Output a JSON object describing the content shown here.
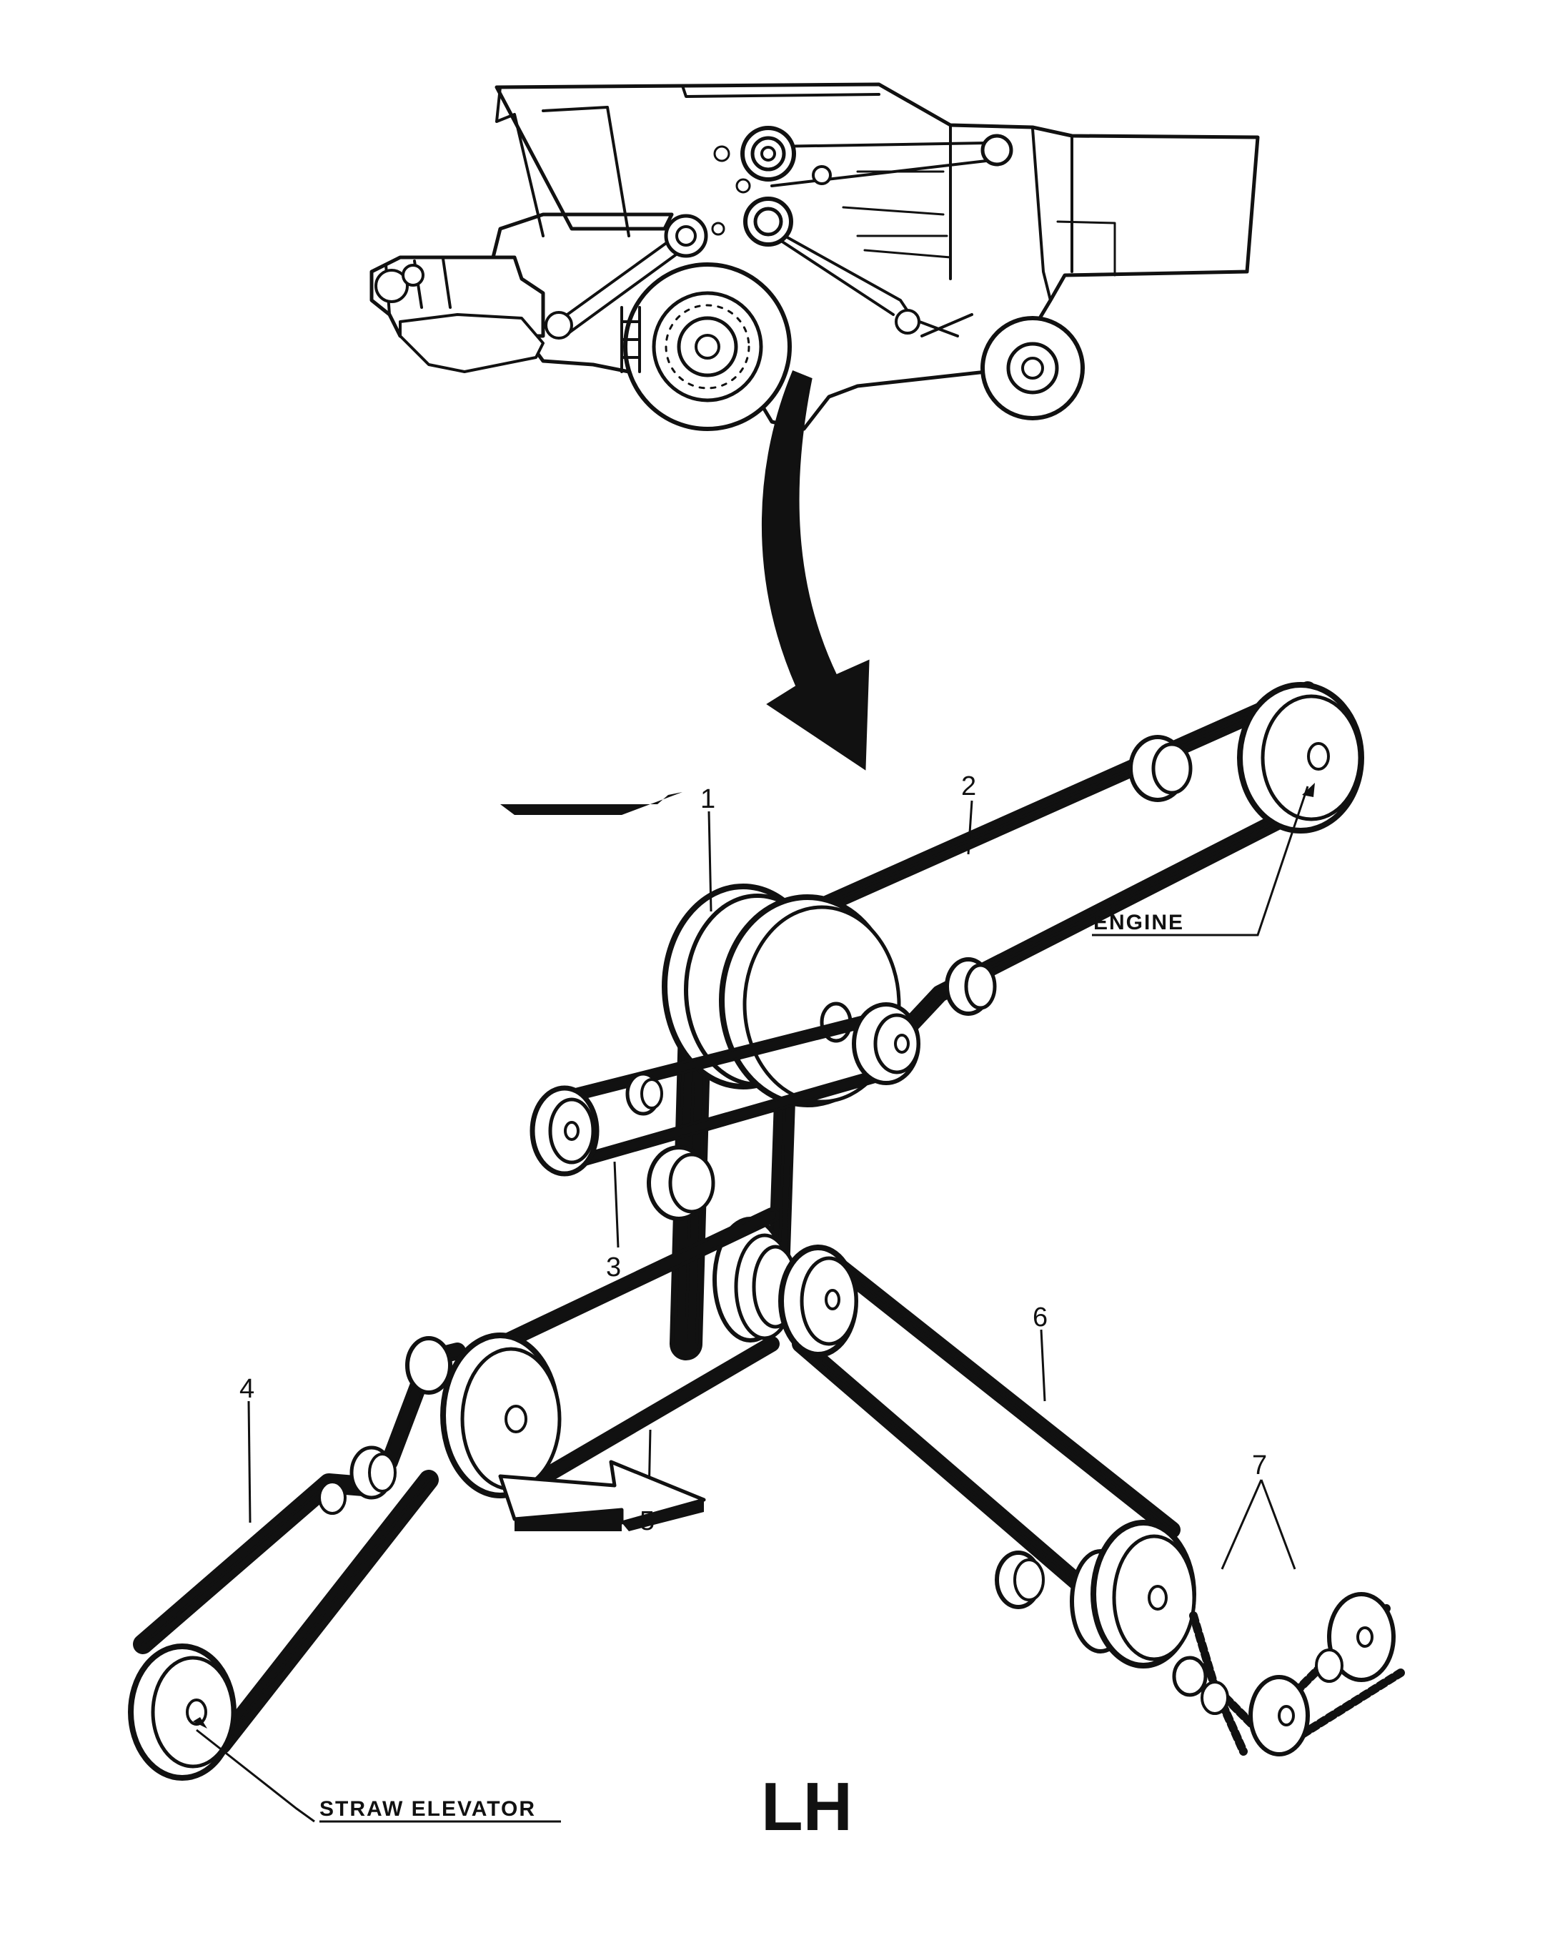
{
  "callouts": [
    "1",
    "2",
    "3",
    "4",
    "5",
    "6",
    "7"
  ],
  "labels": {
    "engine": "ENGINE",
    "straw_elevator": "STRAW ELEVATOR",
    "side": "LH"
  },
  "colors": {
    "ink": "#111111",
    "paper": "#ffffff"
  }
}
